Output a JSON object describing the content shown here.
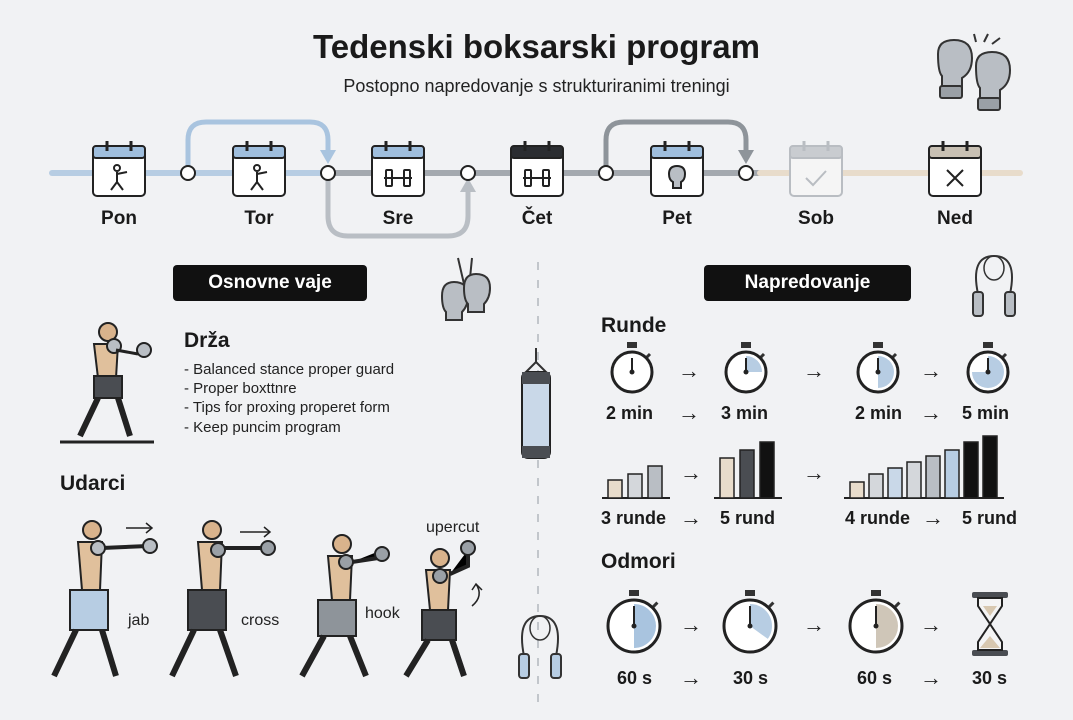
{
  "header": {
    "title": "Tedenski boksarski program",
    "subtitle": "Postopno napredovanje s strukturiranimi treningi"
  },
  "week": {
    "days": [
      {
        "label": "Pon",
        "icon": "boxer-icon",
        "state": "active"
      },
      {
        "label": "Tor",
        "icon": "boxer-icon",
        "state": "active"
      },
      {
        "label": "Sre",
        "icon": "dumbbell-icon",
        "state": "active"
      },
      {
        "label": "Čet",
        "icon": "dumbbell-icon",
        "state": "dark"
      },
      {
        "label": "Pet",
        "icon": "boxing-glove-icon",
        "state": "active"
      },
      {
        "label": "Sob",
        "icon": "check-icon",
        "state": "faded"
      },
      {
        "label": "Ned",
        "icon": "cross-icon",
        "state": "rest"
      }
    ]
  },
  "basics": {
    "heading": "Osnovne vaje",
    "stance": {
      "title": "Drža",
      "bullets": [
        "- Balanced stance proper guard",
        "- Proper boxttnre",
        "- Tips for proxing properet form",
        "- Keep puncim program"
      ]
    },
    "punches": {
      "title": "Udarci",
      "labels": [
        "jab",
        "cross",
        "hook",
        "upercut"
      ]
    }
  },
  "progression": {
    "heading": "Napredovanje",
    "rounds": {
      "title": "Runde",
      "durations": [
        "2 min",
        "3 min",
        "2 min",
        "5 min"
      ],
      "counts": [
        "3 runde",
        "5 rund",
        "4 runde",
        "5 rund"
      ]
    },
    "rests": {
      "title": "Odmori",
      "values": [
        "60 s",
        "30 s",
        "60 s",
        "30 s"
      ]
    }
  },
  "colors": {
    "accent_blue": "#a9c4df",
    "dark": "#111111",
    "beige": "#e8dccb",
    "gray": "#9aa0a6"
  }
}
